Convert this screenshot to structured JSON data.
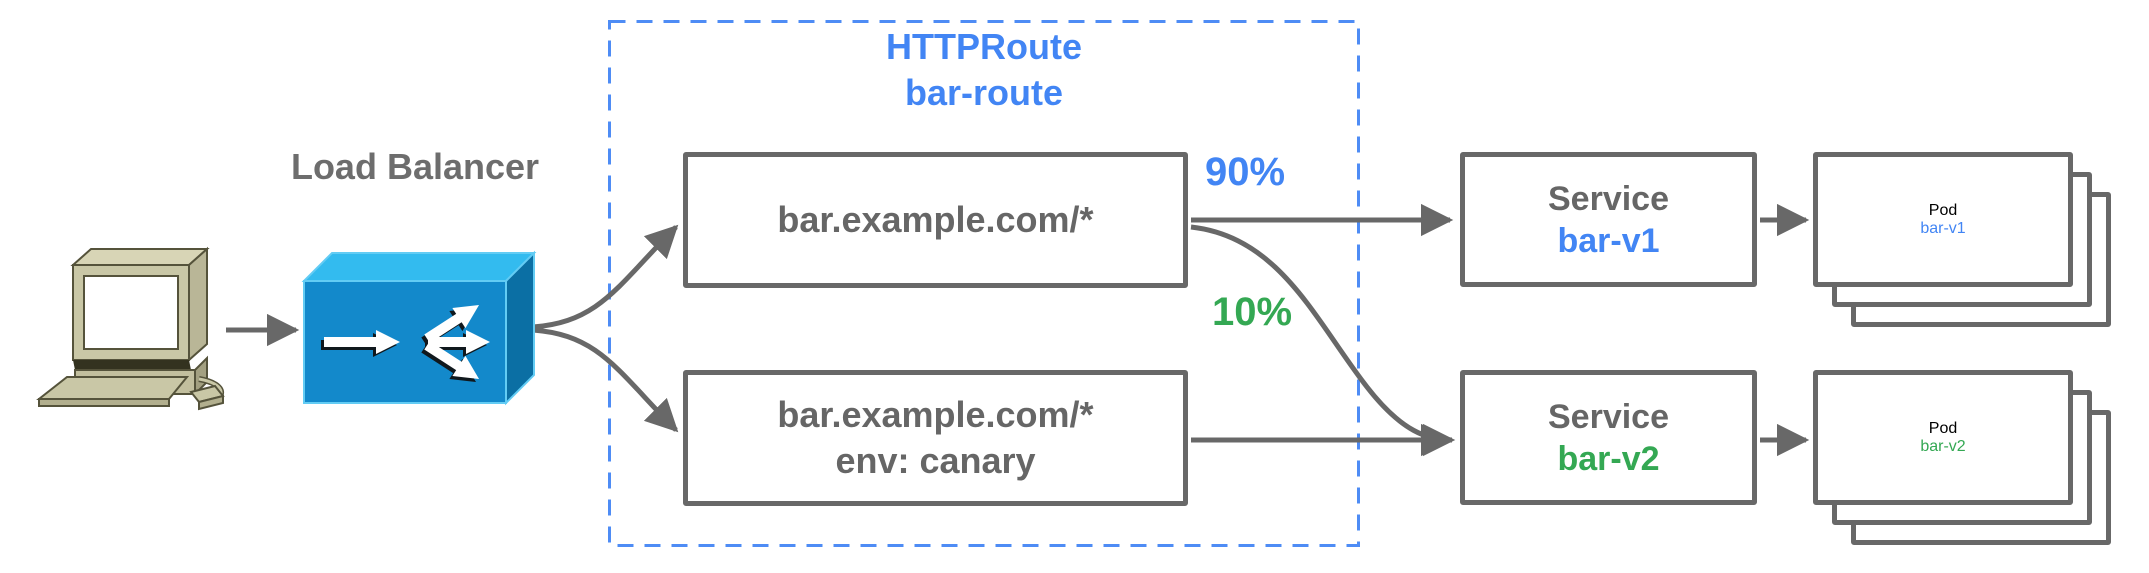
{
  "colors": {
    "blue": "#4285F4",
    "green": "#34A853",
    "gray_text": "#666666",
    "line_gray": "#686868",
    "dashed_border_blue": "#4E8CF5",
    "lb_front": "#1389CB",
    "lb_top": "#33BBEF",
    "lb_side": "#0B6FA4",
    "computer_body": "#C9C7A6"
  },
  "labels": {
    "load_balancer": "Load Balancer",
    "httproute_kind": "HTTPRoute",
    "httproute_name": "bar-route",
    "rule1_match": "bar.example.com/*",
    "rule2_match": "bar.example.com/*",
    "rule2_header": "env: canary",
    "weight_v1": "90%",
    "weight_v2": "10%",
    "service_kind": "Service",
    "service_v1_name": "bar-v1",
    "service_v2_name": "bar-v2",
    "pod_kind": "Pod",
    "pod_v1_name": "bar-v1",
    "pod_v2_name": "bar-v2"
  },
  "icons": {
    "client": "desktop-computer-icon",
    "load_balancer": "load-balancer-icon"
  },
  "flows": [
    {
      "from": "client",
      "to": "load-balancer"
    },
    {
      "from": "load-balancer",
      "to": "rule-bar.example.com/*"
    },
    {
      "from": "load-balancer",
      "to": "rule-bar.example.com/*-env-canary"
    },
    {
      "from": "rule-bar.example.com/*",
      "to": "service-bar-v1",
      "weight": "90%"
    },
    {
      "from": "rule-bar.example.com/*",
      "to": "service-bar-v2",
      "weight": "10%"
    },
    {
      "from": "rule-bar.example.com/*-env-canary",
      "to": "service-bar-v2"
    },
    {
      "from": "service-bar-v1",
      "to": "pod-bar-v1"
    },
    {
      "from": "service-bar-v2",
      "to": "pod-bar-v2"
    }
  ]
}
